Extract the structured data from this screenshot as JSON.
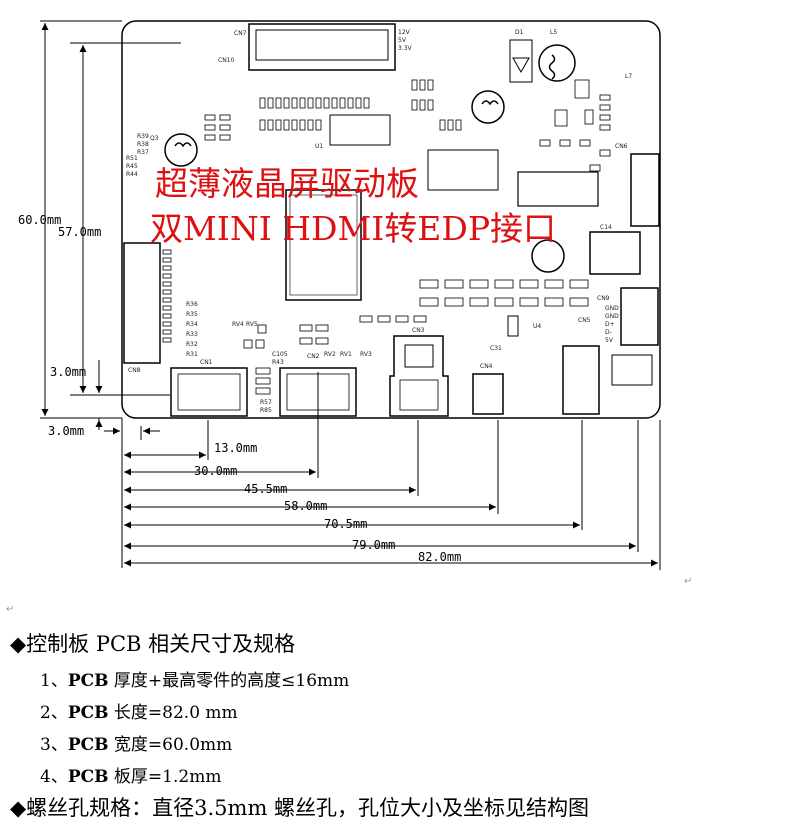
{
  "dimensions": {
    "height_60": "60.0mm",
    "height_57": "57.0mm",
    "hole_3_left": "3.0mm",
    "hole_3_bottom": "3.0mm",
    "w_13": "13.0mm",
    "w_30": "30.0mm",
    "w_45_5": "45.5mm",
    "w_58": "58.0mm",
    "w_70_5": "70.5mm",
    "w_79": "79.0mm",
    "w_82": "82.0mm"
  },
  "watermark": {
    "line1": "超薄液晶屏驱动板",
    "line2": "双MINI  HDMI转EDP接口"
  },
  "board_labels": {
    "cn7": "CN7",
    "cn10": "CN10",
    "v12": "12V",
    "v5": "5V",
    "v33": "3.3V",
    "u1": "U1",
    "u4": "U4",
    "cn1": "CN1",
    "cn2": "CN2",
    "cn3": "CN3",
    "cn4": "CN4",
    "cn5": "CN5",
    "cn6": "CN6",
    "cn8": "CN8",
    "cn9": "CN9",
    "l5": "L5",
    "l7": "L7",
    "d1": "D1",
    "c14": "C14",
    "c31": "C31",
    "r51": "R51",
    "r45": "R45",
    "r44": "R44",
    "r39": "R39",
    "r38": "R38",
    "r37": "R37",
    "r36": "R36",
    "r35": "R35",
    "r34": "R34",
    "r33": "R33",
    "r32": "R32",
    "r31": "R31",
    "r85": "R85",
    "r57": "R57",
    "c105": "C105",
    "r43": "R43",
    "rv1": "RV1",
    "rv2": "RV2",
    "rv3": "RV3",
    "rv4": "RV4",
    "rv5": "RV5",
    "q3": "Q3",
    "gnd1": "GND",
    "gnd2": "GND",
    "d_plus": "D+",
    "d_minus": "D-",
    "v5b": "5V"
  },
  "specs": {
    "title": "◆控制板 PCB 相关尺寸及规格",
    "item1_num": "1、",
    "item1_pcb": "PCB",
    "item1_rest": " 厚度+最高零件的高度≤16mm",
    "item2_num": "2、",
    "item2_pcb": "PCB",
    "item2_rest": " 长度=82.0 mm",
    "item3_num": "3、",
    "item3_pcb": "PCB",
    "item3_rest": " 宽度=60.0mm",
    "item4_num": "4、",
    "item4_pcb": "PCB",
    "item4_rest": " 板厚=1.2mm",
    "screw": "◆螺丝孔规格：直径3.5mm 螺丝孔，孔位大小及坐标见结构图",
    "para_mark": "↵"
  }
}
